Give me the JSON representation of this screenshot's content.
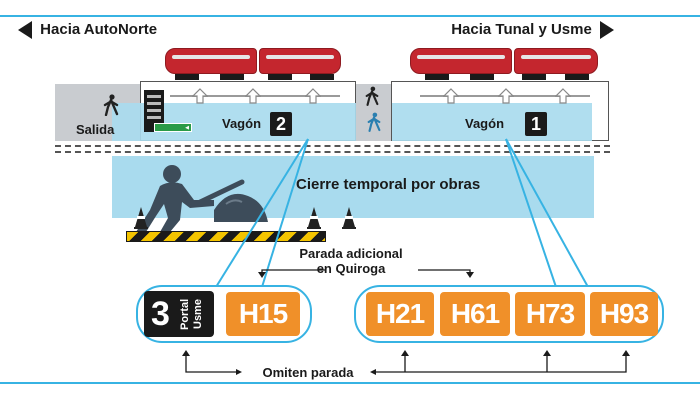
{
  "directions": {
    "left": "Hacia AutoNorte",
    "right": "Hacia Tunal y Usme"
  },
  "station": {
    "exit_label": "Salida",
    "wagon_label": "Vagón",
    "wagon2_number": "2",
    "wagon1_number": "1"
  },
  "closure_text": "Cierre temporal por obras",
  "additional_stop": {
    "line1": "Parada adicional",
    "line2": "en Quiroga"
  },
  "left_group": {
    "badge_number": "3",
    "badge_text": "Portal Usme",
    "routes": [
      "H15"
    ]
  },
  "right_group": {
    "routes": [
      "H21",
      "H61",
      "H73",
      "H93"
    ]
  },
  "skip_text": "Omiten parada",
  "colors": {
    "accent_blue": "#37b3e3",
    "route_orange": "#f09029",
    "train_red": "#c4262e",
    "hazard_yellow": "#f4c400"
  }
}
